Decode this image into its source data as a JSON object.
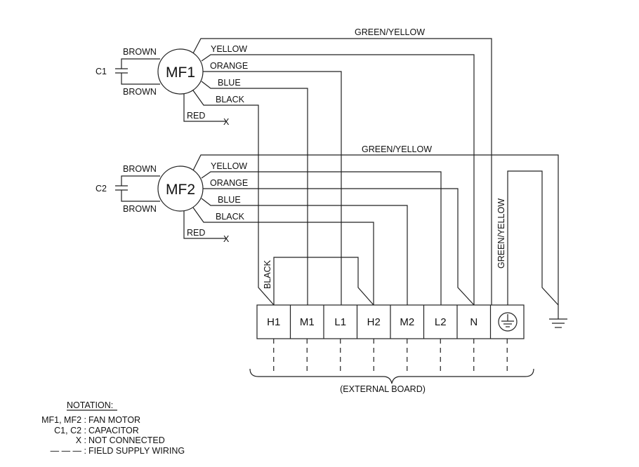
{
  "motors": [
    {
      "label": "MF1",
      "capacitor": "C1",
      "brown_top": "BROWN",
      "brown_bottom": "BROWN",
      "ground": "GREEN/YELLOW",
      "wires": [
        "YELLOW",
        "ORANGE",
        "BLUE",
        "BLACK"
      ],
      "red": "RED",
      "nc": "X"
    },
    {
      "label": "MF2",
      "capacitor": "C2",
      "brown_top": "BROWN",
      "brown_bottom": "BROWN",
      "ground": "GREEN/YELLOW",
      "wires": [
        "YELLOW",
        "ORANGE",
        "BLUE",
        "BLACK"
      ],
      "red": "RED",
      "nc": "X"
    }
  ],
  "vertical_labels": {
    "black": "BLACK",
    "ground": "GREEN/YELLOW"
  },
  "terminals": [
    "H1",
    "M1",
    "L1",
    "H2",
    "M2",
    "L2",
    "N"
  ],
  "ground_terminal_icon": "earth-ground-icon",
  "external_board": "(EXTERNAL BOARD)",
  "notation": {
    "title": "NOTATION:",
    "items": [
      {
        "key": "MF1, MF2 :",
        "value": "FAN MOTOR"
      },
      {
        "key": "C1, C2 :",
        "value": "CAPACITOR"
      },
      {
        "key": "X :",
        "value": "NOT CONNECTED"
      },
      {
        "key": "— — — :",
        "value": "FIELD SUPPLY WIRING"
      }
    ]
  }
}
